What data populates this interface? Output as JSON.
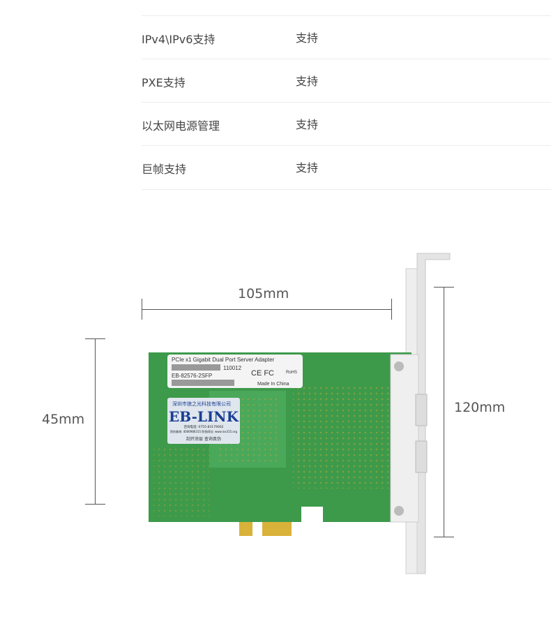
{
  "specs": [
    {
      "label": "IPv4\\IPv6支持",
      "value": "支持"
    },
    {
      "label": "PXE支持",
      "value": "支持"
    },
    {
      "label": "以太网电源管理",
      "value": "支持"
    },
    {
      "label": "巨帧支持",
      "value": "支持"
    }
  ],
  "dimensions": {
    "length": "105mm",
    "height": "45mm",
    "bracket": "120mm"
  },
  "card": {
    "label_title": "PCIe x1 Gigabit Dual Port Server Adapter",
    "serial": "110012",
    "model": "EB-82576-2SFP",
    "origin": "Made In China",
    "rohs": "RoHS",
    "ce": "CE FC",
    "company": "深圳市狼之光科技有限公司",
    "brand": "EB-LINK",
    "phone": "咨询电话: 0755-83179002",
    "verify": "防伪查询: 4006986315 防伪网址: www.ixx315.org",
    "scratch": "刮开涂层  查询真伪"
  },
  "colors": {
    "pcb": "#3d9a4a",
    "gold": "#d9b23a",
    "bracket": "#e6e6e6"
  }
}
